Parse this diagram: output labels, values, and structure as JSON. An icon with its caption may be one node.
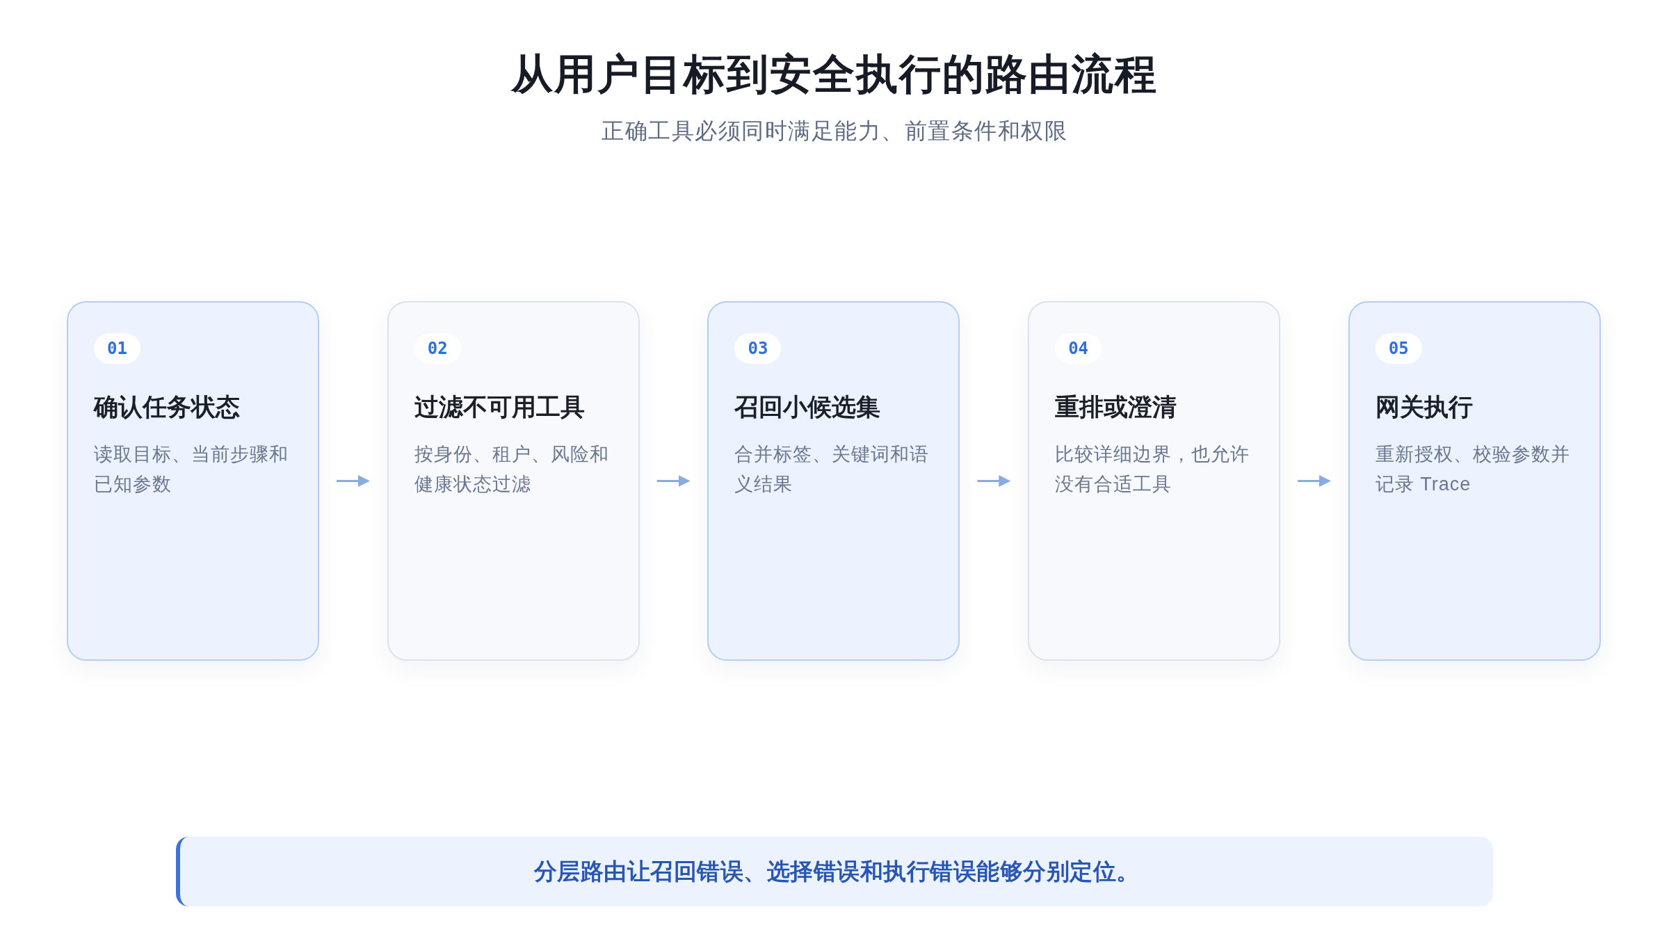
{
  "diagram": {
    "title": "从用户目标到安全执行的路由流程",
    "nodes": [
      {
        "text": [
          "确认任务状态",
          "读取目标、当前步骤和已知参数"
        ]
      },
      {
        "text": [
          "01"
        ],
        "in": 0
      },
      {
        "text": [
          "过滤不可用工具",
          "按身份、租户、风险和健康状态过滤"
        ]
      },
      {
        "text": [
          "02"
        ],
        "in": 2
      },
      {
        "text": [
          "召回小候选集",
          "合并标签、关键词和语义结果"
        ]
      },
      {
        "text": [
          "03"
        ],
        "in": 4
      },
      {
        "text": [
          "重排或澄清",
          "比较详细边界，也允许没有合适工具"
        ]
      },
      {
        "text": [
          "04"
        ],
        "in": 6
      },
      {
        "text": [
          "网关执行",
          "重新授权、校验参数并记录 Trace"
        ]
      },
      {
        "text": [
          "05"
        ],
        "in": 8
      },
      {
        "text": [
          "分层路由让召回错误、选择错误和执行错误能够分别定位。"
        ]
      }
    ],
    "edges": [
      {
        "from": 0,
        "to": 2,
        "arrow": "to"
      },
      {
        "from": 2,
        "to": 4,
        "arrow": "to"
      },
      {
        "from": 4,
        "to": 6,
        "arrow": "to"
      },
      {
        "from": 6,
        "to": 8,
        "arrow": "to"
      }
    ],
    "labels": [
      "正确工具必须同时满足能力、前置条件和权限"
    ]
  }
}
